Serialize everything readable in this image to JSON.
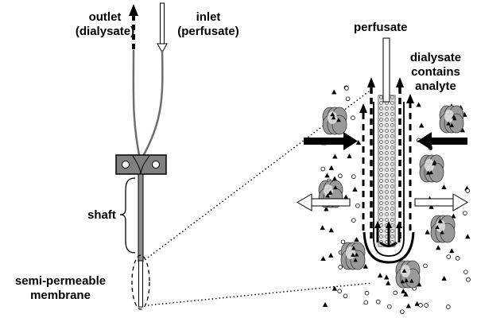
{
  "labels": {
    "outlet_line1": "outlet",
    "outlet_line2": "(dialysate)",
    "inlet_line1": "inlet",
    "inlet_line2": "(perfusate)",
    "shaft": "shaft",
    "membrane_line1": "semi-permeable",
    "membrane_line2": "membrane",
    "perfusate": "perfusate",
    "dialysate_line1": "dialysate",
    "dialysate_line2": "contains",
    "dialysate_line3": "analyte"
  },
  "colors": {
    "ink": "#000000",
    "tubing": "#6e6e6e",
    "shaft_fill": "#8c8c8c",
    "mount_fill": "#808080",
    "probe_fill": "#bdbdbd",
    "cell_fill": "#9a9a9a",
    "background": "#ffffff"
  },
  "icons": {
    "outlet_arrow": "dashed-up-arrow-icon",
    "inlet_arrow": "hollow-down-arrow-icon",
    "influx_arrows": "solid-inward-arrow-icon",
    "efflux_arrows": "hollow-outward-arrow-icon",
    "analyte": "triangle-icon",
    "perfusate_molecule": "circle-icon",
    "tissue_cell": "cell-icon"
  }
}
